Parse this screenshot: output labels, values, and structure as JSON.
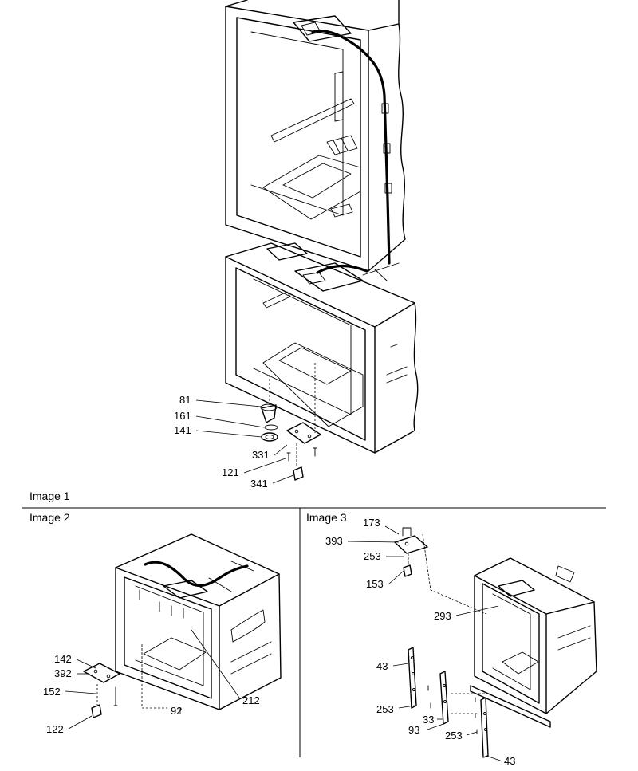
{
  "captions": {
    "image1": "Image 1",
    "image2": "Image 2",
    "image3": "Image 3"
  },
  "callouts": {
    "img1": [
      "81",
      "161",
      "141",
      "331",
      "121",
      "341"
    ],
    "img2": [
      "142",
      "392",
      "152",
      "122",
      "92",
      "212"
    ],
    "img3": [
      "173",
      "393",
      "253",
      "153",
      "293",
      "43",
      "253",
      "33",
      "93",
      "253",
      "43"
    ]
  }
}
